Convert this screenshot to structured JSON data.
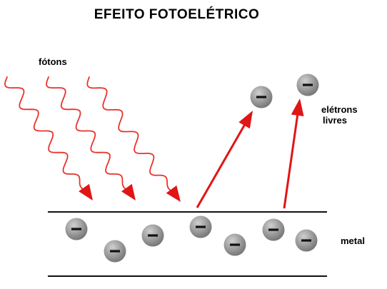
{
  "title": "EFEITO FOTOELÉTRICO",
  "labels": {
    "photons": "fótons",
    "free_electrons_line1": "elétrons",
    "free_electrons_line2": "livres",
    "metal": "metal"
  },
  "electron_symbol": "−",
  "colors": {
    "background": "#ffffff",
    "text": "#000000",
    "photon_wave": "#e8322c",
    "arrow": "#e01515",
    "metal_lines": "#111111",
    "electron_light": "#cfcfcf",
    "electron_dark": "#6f6f6f",
    "electron_sign": "#111111"
  },
  "counts": {
    "photons": 3,
    "free_electrons": 2,
    "bound_electrons": 7
  }
}
